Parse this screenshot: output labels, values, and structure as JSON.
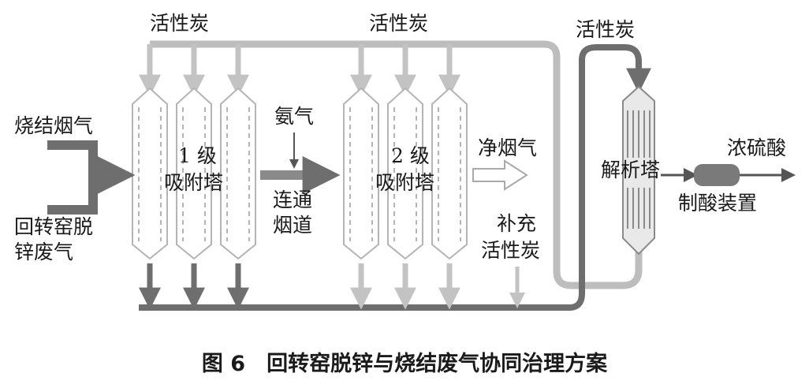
{
  "labels": {
    "carbon_top_left": "活性炭",
    "carbon_top_mid": "活性炭",
    "carbon_top_right": "活性炭",
    "sinter_gas": "烧结烟气",
    "kiln_gas_line1": "回转窑脱",
    "kiln_gas_line2": "锌废气",
    "stage1_line1": "1 级",
    "stage1_line2": "吸附塔",
    "ammonia": "氨气",
    "duct_line1": "连通",
    "duct_line2": "烟道",
    "stage2_line1": "2 级",
    "stage2_line2": "吸附塔",
    "clean_gas": "净烟气",
    "supp_line1": "补充",
    "supp_line2": "活性炭",
    "desorber": "解析塔",
    "acid_plant": "制酸装置",
    "sulfuric_acid": "浓硫酸"
  },
  "caption": "图 6　回转窑脱锌与烧结废气协同治理方案",
  "colors": {
    "dark_arrow": "#6e6e6e",
    "light_arrow": "#c3c3c3",
    "loop_line": "#bdbdbd",
    "tower_outline": "#b4b4b4"
  }
}
